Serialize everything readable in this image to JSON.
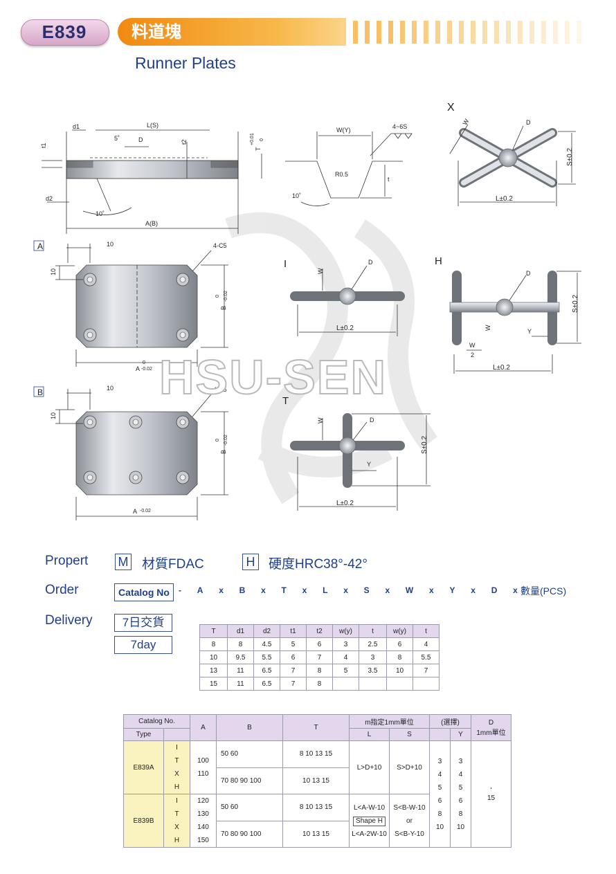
{
  "header": {
    "code": "E839",
    "title_cn": "料道塊",
    "title_en": "Runner Plates"
  },
  "watermark": "HSU-SEN",
  "drawings": {
    "section": {
      "ls": "L(S)",
      "d1": "d1",
      "t1": "t1",
      "t2": "t2",
      "d": "D",
      "angle5": "5˚",
      "t_tol": "T",
      "t_tol_up": "+0.01",
      "t_tol_low": "0",
      "d2": "d2",
      "angle10": "10˚",
      "ab": "A(B)"
    },
    "groove": {
      "wy": "W(Y)",
      "finish": "4~6S",
      "r": "R0.5",
      "t": "t",
      "angle": "10˚"
    },
    "x": {
      "label": "X",
      "w": "W",
      "d": "D",
      "s": "S±0.2",
      "l": "L±0.2"
    },
    "a": {
      "label": "A",
      "dim10": "10",
      "dim10v": "10",
      "c5": "4-C5",
      "b": "B",
      "b_tol_up": "0",
      "b_tol_low": "-0.02",
      "a": "A",
      "a_tol_up": "0",
      "a_tol_low": "-0.02"
    },
    "i": {
      "label": "I",
      "w": "W",
      "d": "D",
      "l": "L±0.2"
    },
    "h": {
      "label": "H",
      "d": "D",
      "s": "S±0.2",
      "w": "W",
      "y": "Y",
      "w2_num": "W",
      "w2_den": "2",
      "l": "L±0.2"
    },
    "b": {
      "label": "B",
      "dim10": "10",
      "dim10v": "10",
      "c5": "4-C5",
      "b": "B",
      "b_tol_up": "0",
      "b_tol_low": "-0.02",
      "a": "A",
      "a_tol_low": "-0.02"
    },
    "t": {
      "label": "T",
      "w": "W",
      "d": "D",
      "s": "S±0.2",
      "y": "Y",
      "l": "L±0.2"
    }
  },
  "specs": {
    "propert_label": "Propert",
    "m_box": "M",
    "material": "材質FDAC",
    "h_box": "H",
    "hardness": "硬度HRC38°-42°",
    "order_label": "Order",
    "catalog_box": "Catalog No",
    "order_items": [
      "-",
      "A",
      "x",
      "B",
      "x",
      "T",
      "x",
      "L",
      "x",
      "S",
      "x",
      "W",
      "x",
      "Y",
      "x",
      "D",
      "x"
    ],
    "order_qty": "數量(PCS)",
    "delivery_label": "Delivery",
    "delivery_cn": "7日交貨",
    "delivery_en": "7day"
  },
  "small_table": {
    "headers": [
      "T",
      "d1",
      "d2",
      "t1",
      "t2",
      "w(y)",
      "t",
      "w(y)",
      "t"
    ],
    "rows": [
      [
        "8",
        "8",
        "4.5",
        "5",
        "6",
        "3",
        "2.5",
        "6",
        "4"
      ],
      [
        "10",
        "9.5",
        "5.5",
        "6",
        "7",
        "4",
        "3",
        "8",
        "5.5"
      ],
      [
        "13",
        "11",
        "6.5",
        "7",
        "8",
        "5",
        "3.5",
        "10",
        "7"
      ],
      [
        "15",
        "11",
        "6.5",
        "7",
        "8",
        "",
        "",
        "",
        ""
      ]
    ]
  },
  "catalog_table": {
    "h_catalog": "Catalog No.",
    "h_type": "Type",
    "h_a": "A",
    "h_b": "B",
    "h_t": "T",
    "h_m": "m指定1mm單位",
    "h_l": "L",
    "h_s": "S",
    "h_sel": "(選擇)",
    "h_y": "Y",
    "h_d": "D",
    "h_d2": "1mm單位",
    "e839a": {
      "type": "E839A",
      "shapes": [
        "I",
        "T",
        "X",
        "H"
      ],
      "a": [
        "100",
        "110"
      ],
      "b1": "50  60",
      "b2": "70  80  90  100",
      "t1": "8   10  13  15",
      "t2": "10  13  15"
    },
    "e839b": {
      "type": "E839B",
      "shapes": [
        "I",
        "T",
        "X",
        "H"
      ],
      "a": [
        "120",
        "130",
        "140",
        "150"
      ],
      "b1": "50  60",
      "b2": "70  80  90  100",
      "t1": "8   10  13  15",
      "t2": "10  13  15"
    },
    "l_top": "L>D+10",
    "s_top": "S>D+10",
    "l_bot1": "L<A-W-10",
    "shape_h": "Shape H",
    "l_bot2": "L<A-2W-10",
    "s_bot1": "S<B-W-10",
    "s_or": "or",
    "s_bot2": "S<B-Y-10",
    "w_col": [
      "3",
      "4",
      "5",
      "6",
      "8",
      "10"
    ],
    "y_col": [
      "3",
      "4",
      "5",
      "6",
      "8",
      "10"
    ],
    "d_tick": "'",
    "d_val": "15"
  }
}
